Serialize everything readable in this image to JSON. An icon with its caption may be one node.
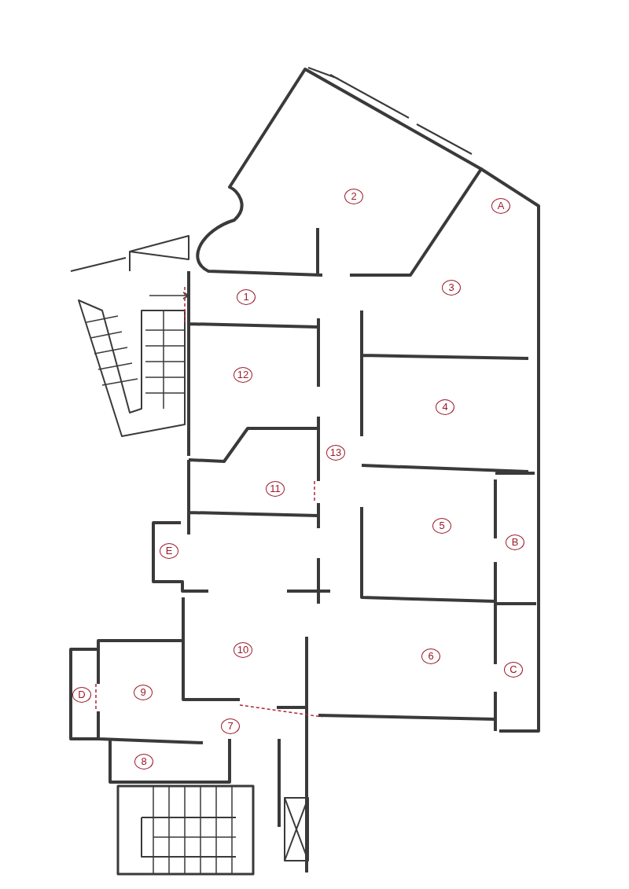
{
  "diagram": {
    "labels": [
      "2",
      "A",
      "1",
      "3",
      "12",
      "4",
      "13",
      "11",
      "5",
      "E",
      "B",
      "10",
      "6",
      "C",
      "D",
      "9",
      "7",
      "8"
    ]
  }
}
